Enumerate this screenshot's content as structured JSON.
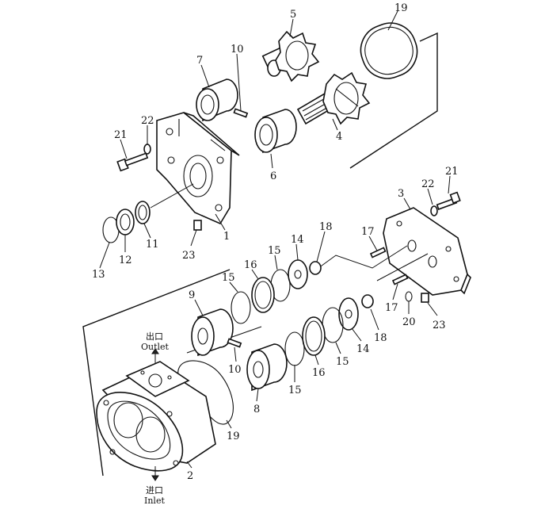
{
  "diagram": {
    "callouts": {
      "c1": "1",
      "c2": "2",
      "c3": "3",
      "c4": "4",
      "c5": "5",
      "c6": "6",
      "c7": "7",
      "c8": "8",
      "c9": "9",
      "c10a": "10",
      "c10b": "10",
      "c11": "11",
      "c12": "12",
      "c13": "13",
      "c14a": "14",
      "c14b": "14",
      "c15a": "15",
      "c15b": "15",
      "c15c": "15",
      "c15d": "15",
      "c16a": "16",
      "c16b": "16",
      "c17a": "17",
      "c17b": "17",
      "c18a": "18",
      "c18b": "18",
      "c19a": "19",
      "c19b": "19",
      "c20": "20",
      "c21a": "21",
      "c21b": "21",
      "c22a": "22",
      "c22b": "22",
      "c23a": "23",
      "c23b": "23"
    },
    "ports": {
      "outlet_cn": "出口",
      "outlet_en": "Outlet",
      "inlet_cn": "进口",
      "inlet_en": "Inlet"
    }
  }
}
